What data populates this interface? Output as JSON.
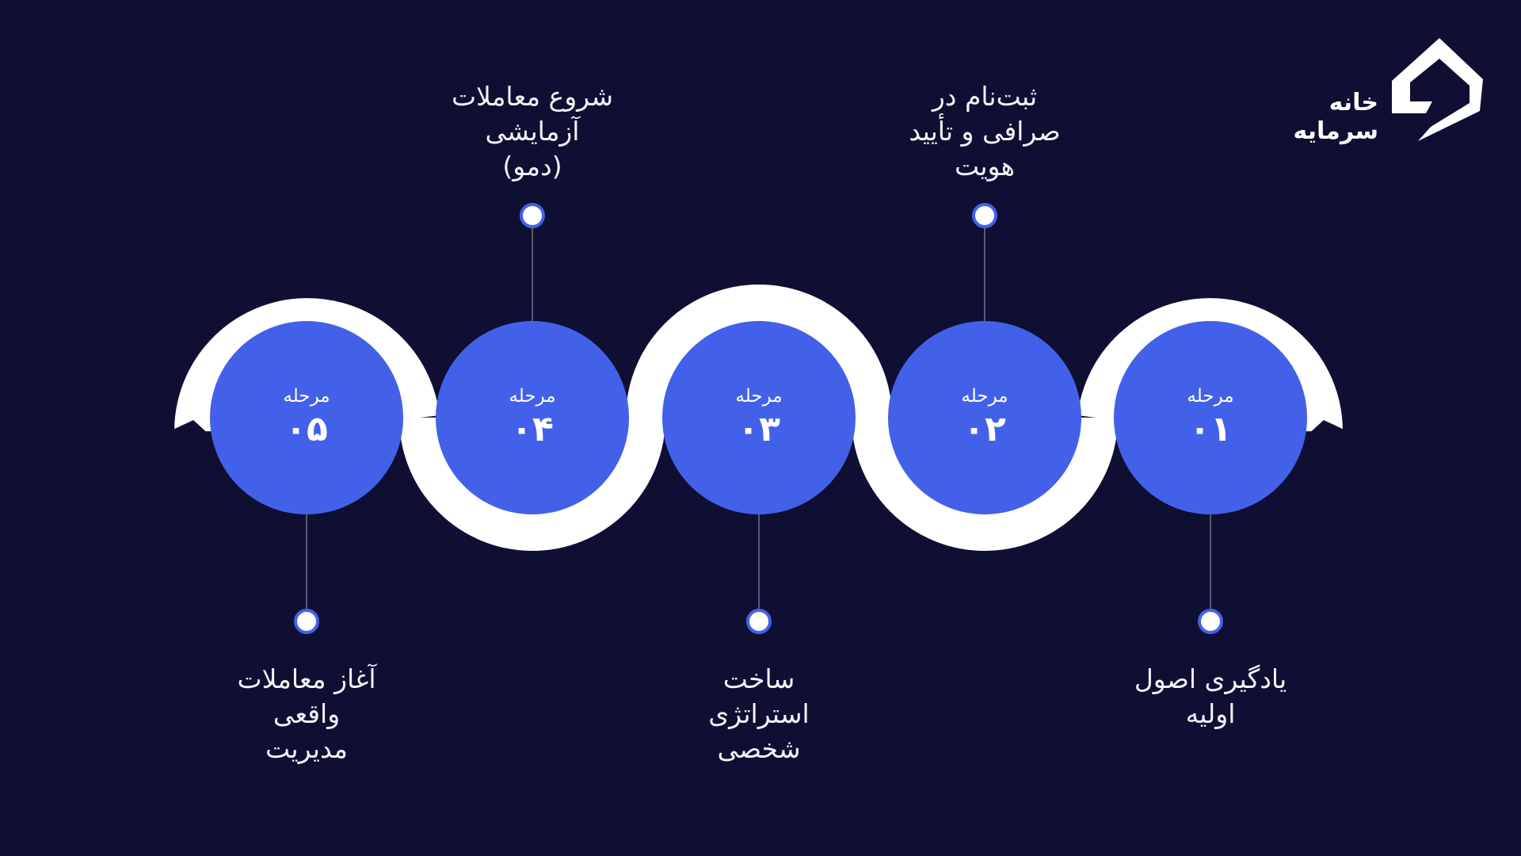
{
  "logo": {
    "text_line1": "خانه",
    "text_line2": "سرمایه"
  },
  "colors": {
    "background": "#0f0f33",
    "circle": "#4361e8",
    "ring": "#ffffff",
    "connector": "#5a5a70"
  },
  "steps": [
    {
      "caption": "مرحله",
      "number": "۰۱",
      "label_lines": [
        "یادگیری اصول",
        "اولیه"
      ],
      "label_position": "bottom"
    },
    {
      "caption": "مرحله",
      "number": "۰۲",
      "label_lines": [
        "ثبت‌نام در",
        "صرافی و تأیید",
        "هویت"
      ],
      "label_position": "top"
    },
    {
      "caption": "مرحله",
      "number": "۰۳",
      "label_lines": [
        "ساخت",
        "استراتژی",
        "شخصی"
      ],
      "label_position": "bottom"
    },
    {
      "caption": "مرحله",
      "number": "۰۴",
      "label_lines": [
        "شروع معاملات",
        "آزمایشی",
        "(دمو)"
      ],
      "label_position": "top"
    },
    {
      "caption": "مرحله",
      "number": "۰۵",
      "label_lines": [
        "آغاز معاملات",
        "واقعی",
        "مدیریت"
      ],
      "label_position": "bottom"
    }
  ]
}
